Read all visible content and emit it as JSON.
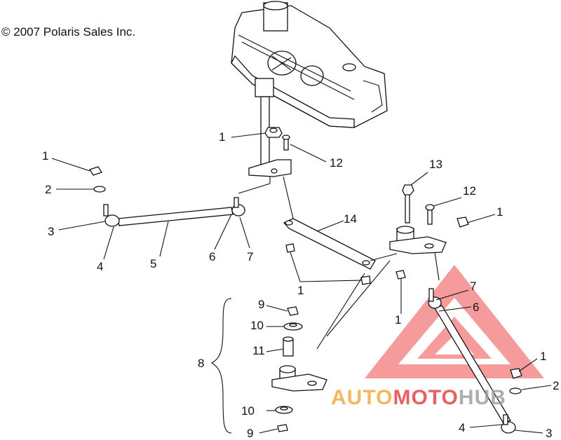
{
  "copyright": "© 2007 Polaris Sales Inc.",
  "callouts": {
    "c1_top": "1",
    "c12_top": "12",
    "c1_left": "1",
    "c2_left": "2",
    "c3_left": "3",
    "c4_left": "4",
    "c5": "5",
    "c6_left": "6",
    "c7_left": "7",
    "c14": "14",
    "c13": "13",
    "c12_right": "12",
    "c1_right": "1",
    "c1_mid": "1",
    "c1_mid2": "1",
    "c7_right": "7",
    "c6_right": "6",
    "c9_top": "9",
    "c10_top": "10",
    "c11": "11",
    "c8": "8",
    "c10_bot": "10",
    "c9_bot": "9",
    "c1_br": "1",
    "c2_br": "2",
    "c4_br": "4",
    "c3_br": "3"
  },
  "watermark": {
    "part1": "AUTO",
    "part2": "MOTO",
    "part3": "HUB",
    "color_red": "#e8383a",
    "color_orange": "#f3a53a",
    "color_gray": "#9a9a9a"
  }
}
